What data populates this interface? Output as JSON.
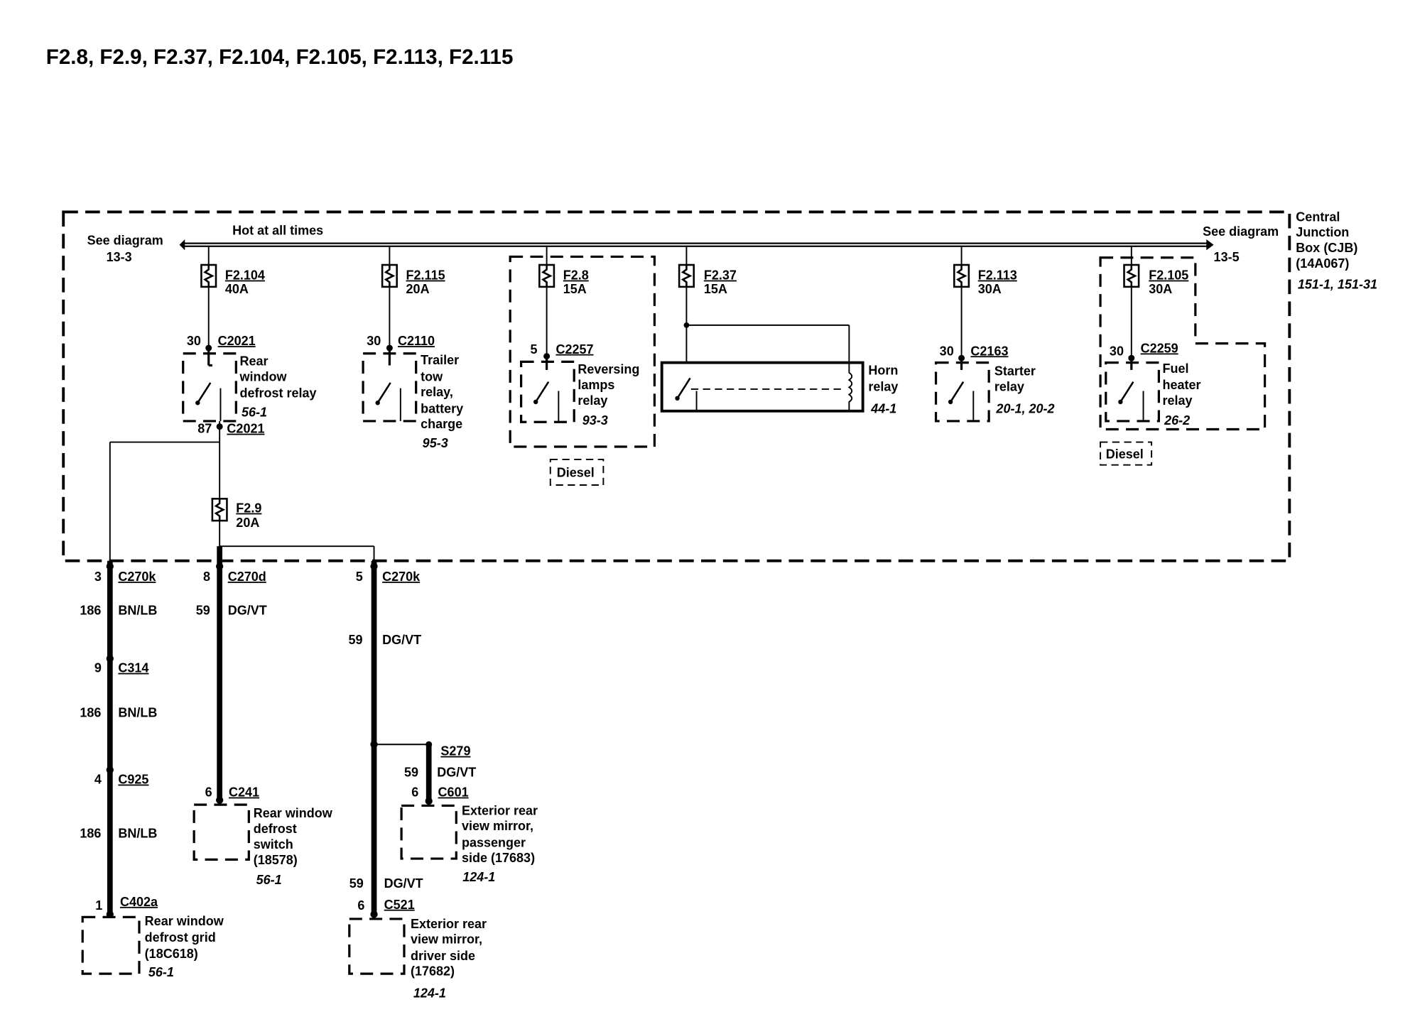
{
  "title": "F2.8, F2.9, F2.37, F2.104, F2.105, F2.113, F2.115",
  "cjb": {
    "label": [
      "Central",
      "Junction",
      "Box (CJB)",
      "(14A067)"
    ],
    "ref": "151-1, 151-31",
    "see_left": [
      "See diagram",
      "13-3"
    ],
    "see_right": [
      "See diagram",
      "13-5"
    ],
    "bus_label": "Hot at all times"
  },
  "fuses": [
    {
      "id": "F2.104",
      "rating": "40A"
    },
    {
      "id": "F2.115",
      "rating": "20A"
    },
    {
      "id": "F2.8",
      "rating": "15A"
    },
    {
      "id": "F2.37",
      "rating": "15A"
    },
    {
      "id": "F2.113",
      "rating": "30A"
    },
    {
      "id": "F2.105",
      "rating": "30A"
    },
    {
      "id": "F2.9",
      "rating": "20A"
    }
  ],
  "relays": [
    {
      "pin": "30",
      "connector": "C2021",
      "name": [
        "Rear",
        "window",
        "defrost relay"
      ],
      "ref": "56-1",
      "out_pin": "87",
      "out_connector": "C2021"
    },
    {
      "pin": "30",
      "connector": "C2110",
      "name": [
        "Trailer",
        "tow",
        "relay,",
        "battery",
        "charge"
      ],
      "ref": "95-3"
    },
    {
      "pin": "5",
      "connector": "C2257",
      "name": [
        "Reversing",
        "lamps",
        "relay"
      ],
      "ref": "93-3",
      "option": "Diesel"
    },
    {
      "name": [
        "Horn",
        "relay"
      ],
      "ref": "44-1"
    },
    {
      "pin": "30",
      "connector": "C2163",
      "name": [
        "Starter",
        "relay"
      ],
      "ref": "20-1, 20-2"
    },
    {
      "pin": "30",
      "connector": "C2259",
      "name": [
        "Fuel",
        "heater",
        "relay"
      ],
      "ref": "26-2",
      "option": "Diesel"
    }
  ],
  "circuits": {
    "c1": {
      "pin1": "3",
      "conn1": "C270k",
      "circuit1": "186",
      "color1": "BN/LB",
      "pin2": "9",
      "conn2": "C314",
      "circuit2": "186",
      "color2": "BN/LB",
      "pin3": "4",
      "conn3": "C925",
      "circuit3": "186",
      "color3": "BN/LB",
      "pin4": "1",
      "conn4": "C402a"
    },
    "c2": {
      "pin1": "8",
      "conn1": "C270d",
      "circuit1": "59",
      "color1": "DG/VT",
      "pin2": "6",
      "conn2": "C241"
    },
    "c3": {
      "pin1": "5",
      "conn1": "C270k",
      "circuit1": "59",
      "color1": "DG/VT",
      "splice": "S279",
      "circuit_b": "59",
      "color_b": "DG/VT",
      "pin_b": "6",
      "conn_b": "C601",
      "circuit2": "59",
      "color2": "DG/VT",
      "pin2": "6",
      "conn2": "C521"
    }
  },
  "components": [
    {
      "name": [
        "Rear window",
        "defrost grid",
        "(18C618)"
      ],
      "ref": "56-1"
    },
    {
      "name": [
        "Rear window",
        "defrost",
        "switch",
        "(18578)"
      ],
      "ref": "56-1"
    },
    {
      "name": [
        "Exterior rear",
        "view mirror,",
        "passenger",
        "side (17683)"
      ],
      "ref": "124-1"
    },
    {
      "name": [
        "Exterior rear",
        "view mirror,",
        "driver side",
        "(17682)"
      ],
      "ref": "124-1"
    }
  ]
}
